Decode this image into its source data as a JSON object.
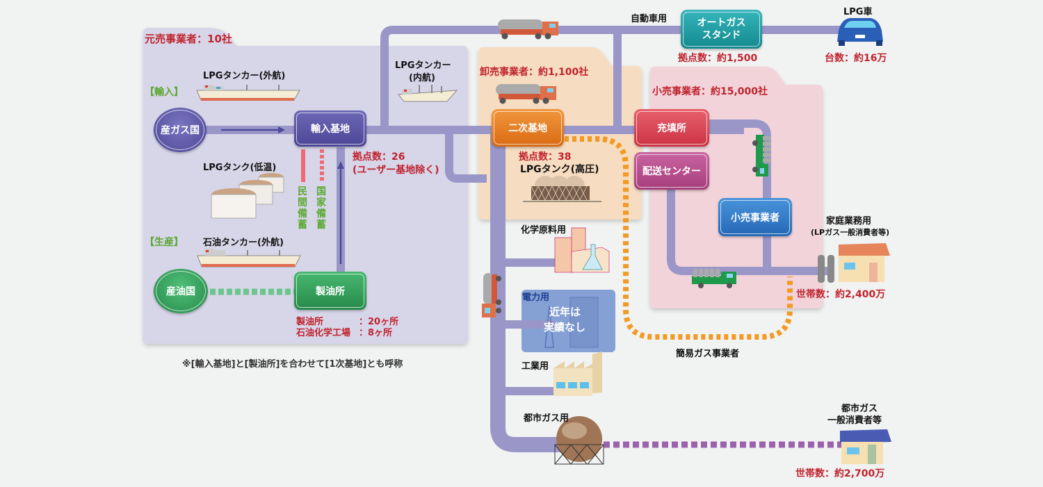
{
  "colors": {
    "pipe": "#9a97c8",
    "wholesale_region": "#f6dcc0",
    "retail_region": "#f1d3d9",
    "primary_region": "#d7d5e8",
    "label_red": "#c0232e",
    "label_green": "#5aa832",
    "node_purple": "#5b56a5",
    "node_green": "#2f9f56",
    "node_orange": "#e07a1f",
    "node_red": "#d8404f",
    "node_magenta": "#b84a8a",
    "node_blue": "#2f7cc8",
    "node_teal": "#1ea3a8",
    "orange_dash": "#f29a23",
    "purple_dash": "#9b63ad"
  },
  "primary": {
    "title": "元売事業者：10社",
    "import_tag": "【輸入】",
    "production_tag": "【生産】",
    "lpg_tanker_ocean": "LPGタンカー(外航)",
    "lpg_tank_low_temp": "LPGタンク(低温)",
    "oil_tanker_ocean": "石油タンカー(外航)",
    "gas_producer": "産ガス国",
    "oil_producer": "産油国",
    "import_base": "輸入基地",
    "refinery": "製油所",
    "private_reserve": "民間備蓄",
    "national_reserve": "国家備蓄",
    "import_base_count_1": "拠点数：26",
    "import_base_count_2": "(ユーザー基地除く)",
    "refinery_count_label_1": "製油所",
    "refinery_count_value_1": "：20ヶ所",
    "refinery_count_label_2": "石油化学工場",
    "refinery_count_value_2": "：8ヶ所",
    "footnote": "※[輸入基地]と[製油所]を合わせて[1次基地]とも呼称"
  },
  "domestic_tanker": {
    "line1": "LPGタンカー",
    "line2": "(内航)"
  },
  "wholesale": {
    "title": "卸売事業者：約1,100社",
    "secondary_base": "二次基地",
    "count": "拠点数：38",
    "tank": "LPGタンク(高圧)"
  },
  "auto": {
    "label": "自動車用",
    "station_line1": "オートガス",
    "station_line2": "スタンド",
    "station_count": "拠点数：約1,500",
    "car_label": "LPG車",
    "car_count": "台数：約16万"
  },
  "retail": {
    "title": "小売事業者：約15,000社",
    "filling_station": "充填所",
    "delivery_center": "配送センター",
    "retailer": "小売事業者"
  },
  "household": {
    "line1": "家庭業務用",
    "line2": "(LPガス一般消費者等)",
    "count": "世帯数：約2,400万"
  },
  "uses": {
    "chemical": "化学原料用",
    "power": "電力用",
    "power_note_1": "近年は",
    "power_note_2": "実績なし",
    "industrial": "工業用",
    "city_gas": "都市ガス用"
  },
  "simple_gas": "簡易ガス事業者",
  "city_gas_consumer": {
    "line1": "都市ガス",
    "line2": "一般消費者等",
    "count": "世帯数：約2,700万"
  }
}
